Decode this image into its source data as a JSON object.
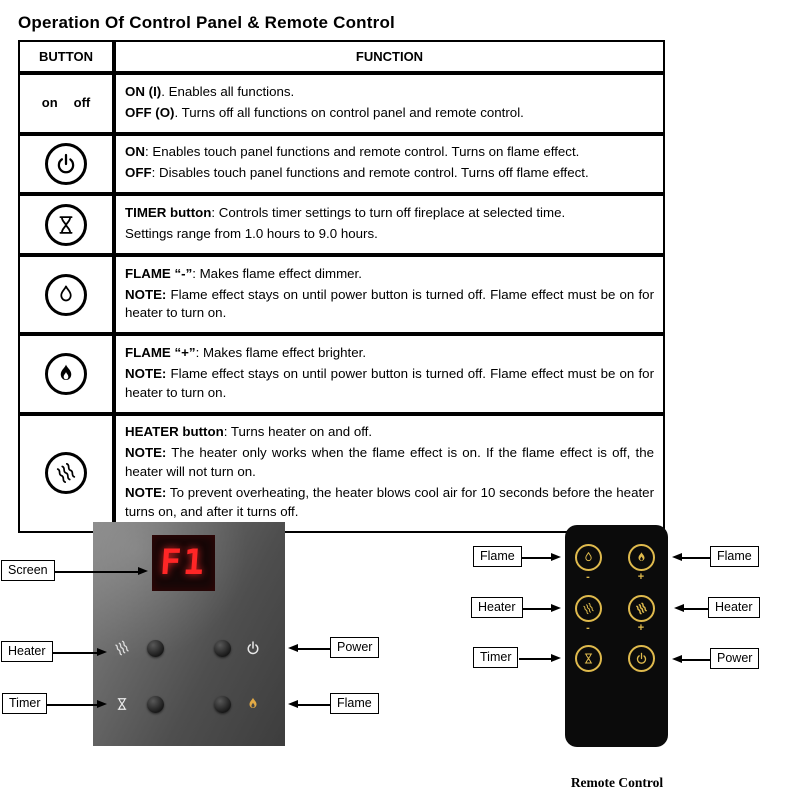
{
  "title": "Operation Of Control Panel & Remote Control",
  "table": {
    "headers": [
      "BUTTON",
      "FUNCTION"
    ],
    "rows": [
      {
        "icon": "on-off-switch",
        "button_text": [
          "on",
          "off"
        ],
        "lines": [
          {
            "segments": [
              {
                "text": "ON (I)",
                "bold": true
              },
              {
                "text": ". Enables all functions.",
                "bold": false
              }
            ]
          },
          {
            "segments": [
              {
                "text": "OFF (O)",
                "bold": true
              },
              {
                "text": ". Turns off all functions on control panel and remote control.",
                "bold": false
              }
            ]
          }
        ]
      },
      {
        "icon": "power-icon",
        "lines": [
          {
            "segments": [
              {
                "text": "ON",
                "bold": true
              },
              {
                "text": ": Enables touch panel functions and remote control. Turns on flame effect.",
                "bold": false
              }
            ]
          },
          {
            "segments": [
              {
                "text": "OFF",
                "bold": true
              },
              {
                "text": ": Disables touch panel functions and remote control. Turns off flame effect.",
                "bold": false
              }
            ]
          }
        ]
      },
      {
        "icon": "timer-icon",
        "lines": [
          {
            "segments": [
              {
                "text": "TIMER button",
                "bold": true
              },
              {
                "text": ": Controls timer settings to turn off fireplace at selected time.",
                "bold": false
              }
            ]
          },
          {
            "segments": [
              {
                "text": "Settings range from 1.0 hours to 9.0 hours.",
                "bold": false
              }
            ]
          }
        ]
      },
      {
        "icon": "flame-minus-icon",
        "lines": [
          {
            "segments": [
              {
                "text": "FLAME “-”",
                "bold": true
              },
              {
                "text": ": Makes flame effect dimmer.",
                "bold": false
              }
            ]
          },
          {
            "segments": [
              {
                "text": "NOTE:",
                "bold": true
              },
              {
                "text": " Flame effect stays on until power button is turned off. Flame effect must be on for heater to turn on.",
                "bold": false
              }
            ]
          }
        ]
      },
      {
        "icon": "flame-plus-icon",
        "lines": [
          {
            "segments": [
              {
                "text": "FLAME “+”",
                "bold": true
              },
              {
                "text": ": Makes flame effect brighter.",
                "bold": false
              }
            ]
          },
          {
            "segments": [
              {
                "text": "NOTE:",
                "bold": true
              },
              {
                "text": " Flame effect stays on until power button is turned off. Flame effect must be on for heater to turn on.",
                "bold": false
              }
            ]
          }
        ]
      },
      {
        "icon": "heater-icon",
        "lines": [
          {
            "segments": [
              {
                "text": "HEATER button",
                "bold": true
              },
              {
                "text": ": Turns heater on and off.",
                "bold": false
              }
            ]
          },
          {
            "segments": [
              {
                "text": "NOTE:",
                "bold": true
              },
              {
                "text": " The heater only works when the flame effect is on. If the flame effect is off, the heater will not turn on.",
                "bold": false
              }
            ]
          },
          {
            "segments": [
              {
                "text": "NOTE:",
                "bold": true
              },
              {
                "text": " To prevent overheating, the heater blows cool air for 10 seconds before the heater turns on, and after it turns off.",
                "bold": false
              }
            ]
          }
        ]
      }
    ]
  },
  "control_panel": {
    "display_text": "F1",
    "labels": [
      {
        "text": "Screen"
      },
      {
        "text": "Heater"
      },
      {
        "text": "Timer"
      },
      {
        "text": "Power"
      },
      {
        "text": "Flame"
      }
    ]
  },
  "remote": {
    "caption": "Remote Control",
    "labels": [
      {
        "text": "Flame"
      },
      {
        "text": "Heater"
      },
      {
        "text": "Timer"
      },
      {
        "text": "Flame"
      },
      {
        "text": "Heater"
      },
      {
        "text": "Power"
      }
    ],
    "signs": [
      "-",
      "+"
    ]
  },
  "colors": {
    "led_red": "#ff2626",
    "remote_button_yellow": "#dfba4d",
    "panel_flame_orange": "#e3aa45"
  }
}
